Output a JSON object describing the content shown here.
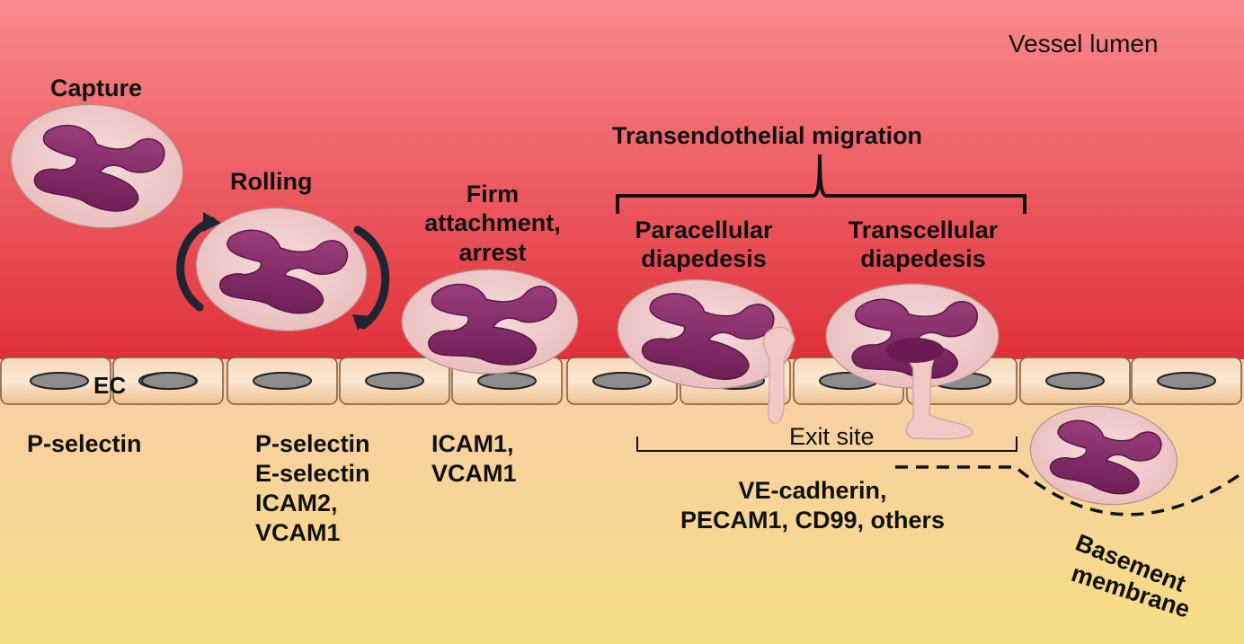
{
  "vessel_lumen": "Vessel lumen",
  "capture": "Capture",
  "rolling": "Rolling",
  "firm": [
    "Firm",
    "attachment,",
    "arrest"
  ],
  "transendothelial": "Transendothelial migration",
  "paracellular": [
    "Paracellular",
    "diapedesis"
  ],
  "transcellular": [
    "Transcellular",
    "diapedesis"
  ],
  "ec": "EC",
  "exit_site": "Exit site",
  "molecules": {
    "capture": [
      "P-selectin"
    ],
    "rolling": [
      "P-selectin",
      "E-selectin",
      "ICAM2,",
      "VCAM1"
    ],
    "firm": [
      "ICAM1,",
      "VCAM1"
    ],
    "migration": [
      "VE-cadherin,",
      "PECAM1, CD99, others"
    ]
  },
  "basement": [
    "Basement",
    "membrane"
  ],
  "colors": {
    "lumen_top": "#f98a8b",
    "lumen_bottom": "#e2323a",
    "tissue_top": "#f8cfa8",
    "tissue_bottom": "#f6dc86",
    "cell_body": "#f0c6c6",
    "nucleus": "#8a2a6a",
    "endothelial": "#f3c79b",
    "ec_nucleus": "#8c8c8c"
  }
}
